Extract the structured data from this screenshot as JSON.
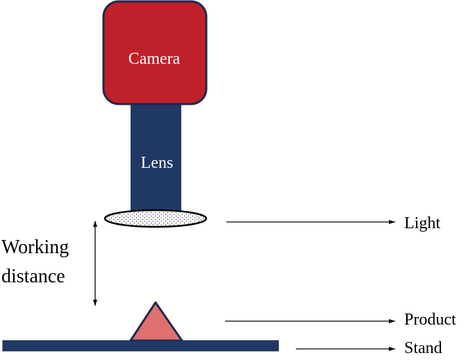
{
  "labels": {
    "camera": "Camera",
    "lens": "Lens",
    "light": "Light",
    "product": "Product",
    "stand": "Stand",
    "working_distance_line1": "Working",
    "working_distance_line2": "distance"
  },
  "colors": {
    "camera_fill": "#c0202a",
    "lens_fill": "#1f3864",
    "stand_fill": "#1f3864",
    "product_fill": "#e07070",
    "outline": "#1a2a4a",
    "light_fill": "#ffffff"
  }
}
